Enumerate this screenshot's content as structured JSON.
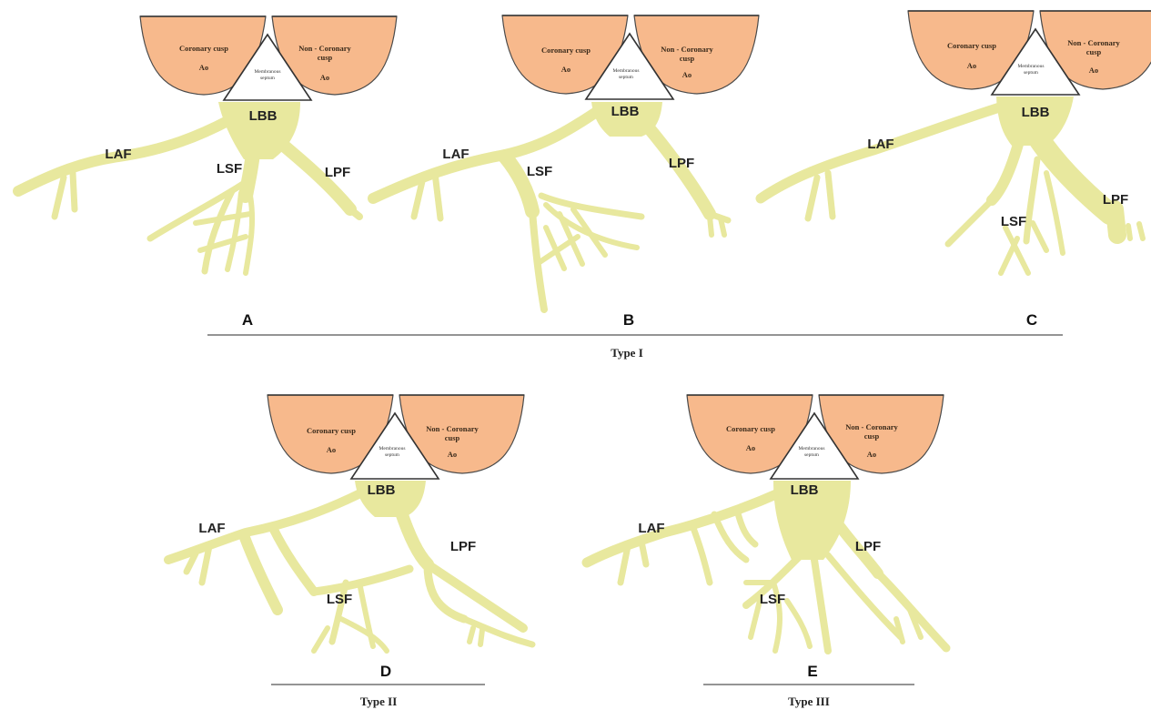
{
  "colors": {
    "cusp_fill": "#f7b98c",
    "fascicle": "#e8e89e",
    "outline": "#333333"
  },
  "labels": {
    "coronary_cusp": "Coronary cusp",
    "non_coronary_cusp_line1": "Non - Coronary",
    "non_coronary_cusp_line2": "cusp",
    "ao": "Ao",
    "septum_line1": "Membranous",
    "septum_line2": "septum",
    "lbb": "LBB",
    "laf": "LAF",
    "lsf": "LSF",
    "lpf": "LPF"
  },
  "panels": [
    {
      "letter": "A"
    },
    {
      "letter": "B"
    },
    {
      "letter": "C"
    },
    {
      "letter": "D"
    },
    {
      "letter": "E"
    }
  ],
  "groups": [
    {
      "title": "Type I"
    },
    {
      "title": "Type II"
    },
    {
      "title": "Type III"
    }
  ]
}
